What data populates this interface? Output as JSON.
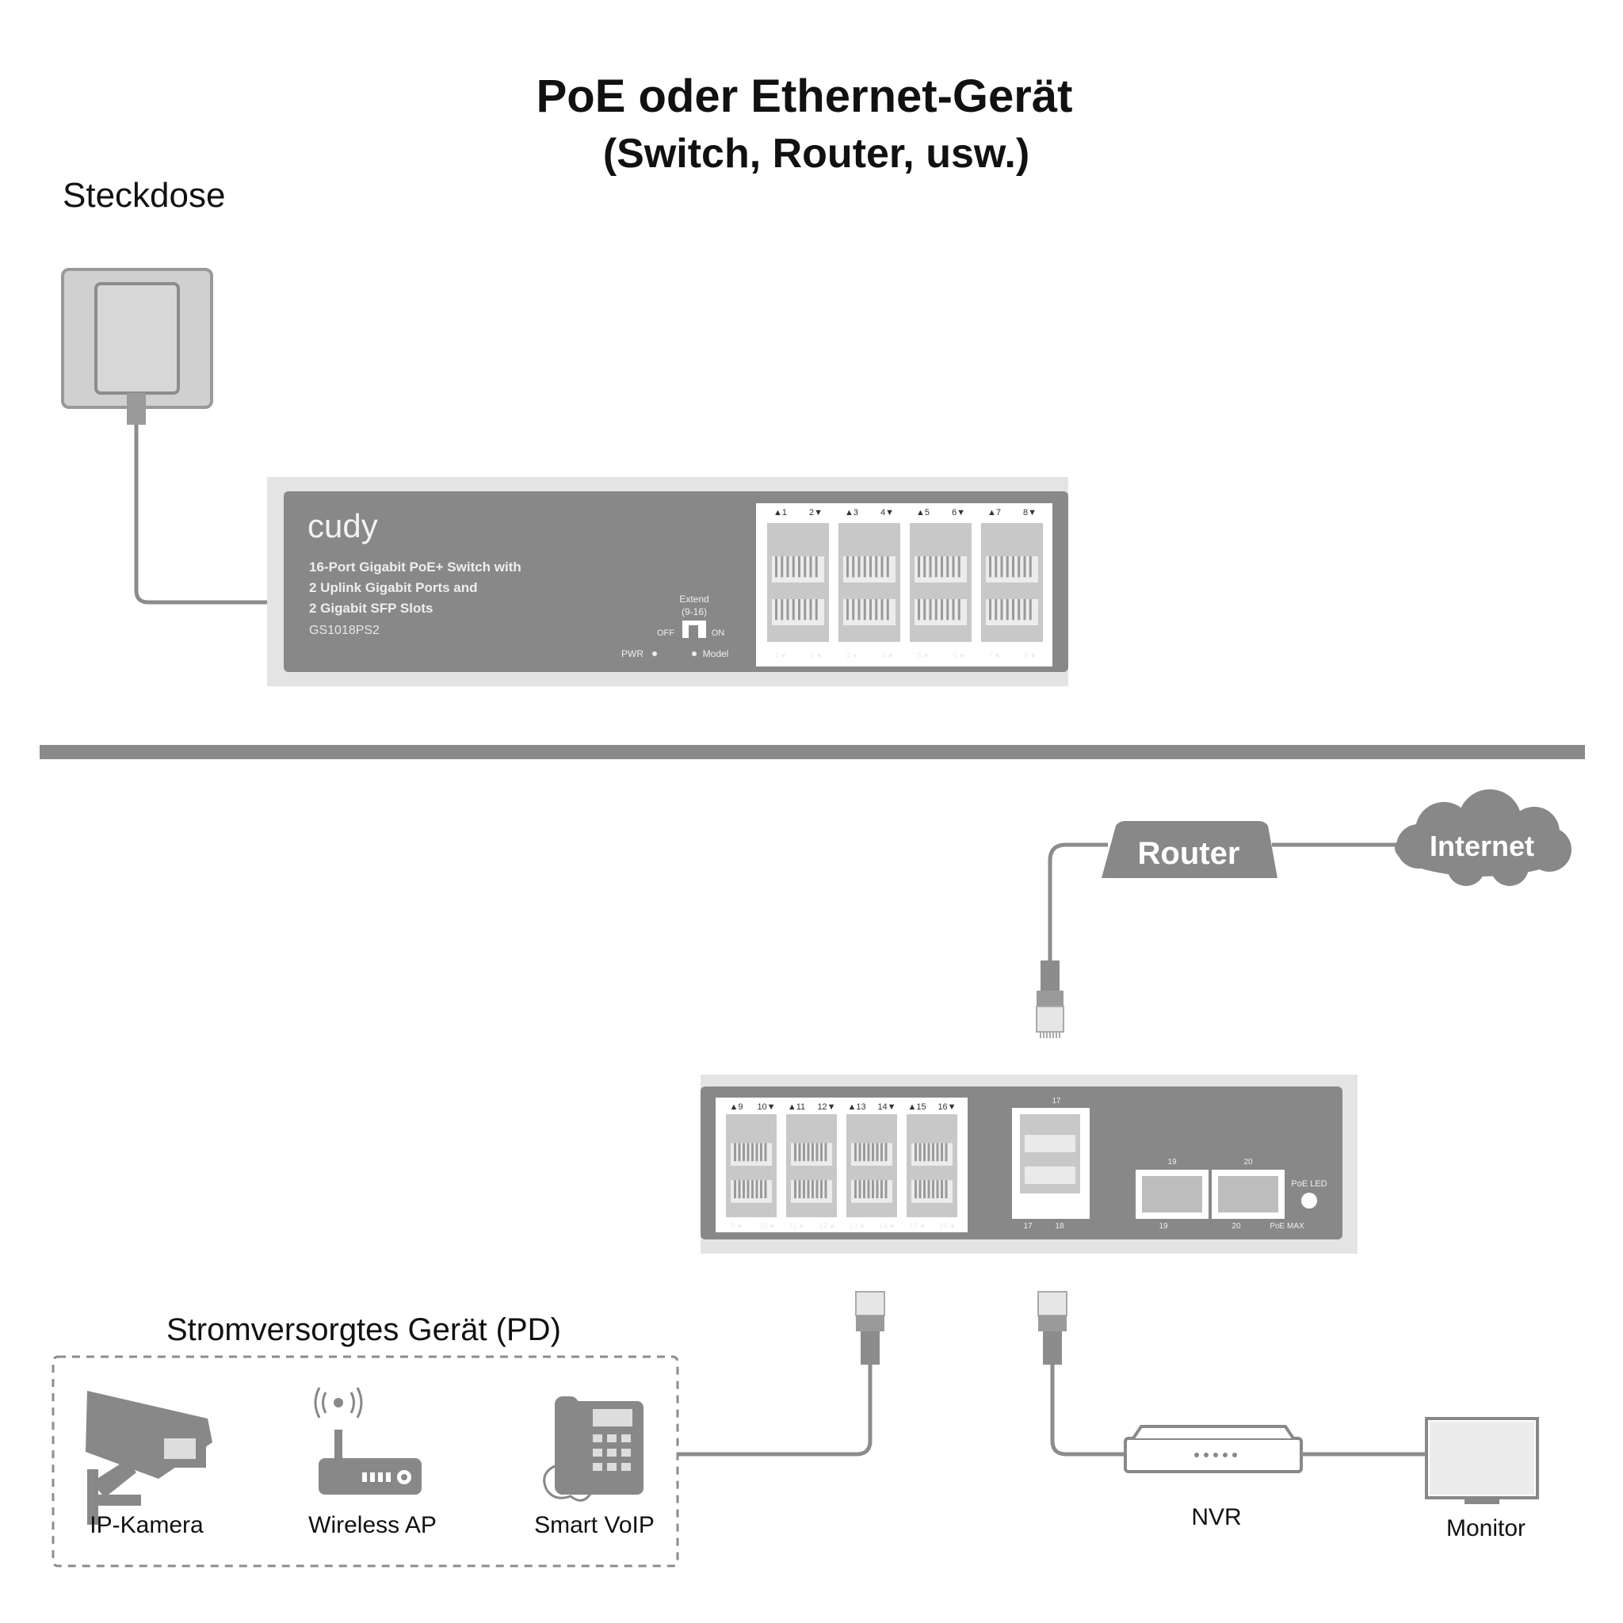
{
  "title": {
    "line1": "PoE oder Ethernet-Gerät",
    "line2": "(Switch, Router, usw.)"
  },
  "socket": {
    "label": "Steckdose"
  },
  "switch_front": {
    "brand": "cudy",
    "desc_line1": "16-Port Gigabit PoE+ Switch with",
    "desc_line2": "2 Uplink Gigabit Ports and",
    "desc_line3": "2 Gigabit SFP Slots",
    "model": "GS1018PS2",
    "extend_line1": "Extend",
    "extend_line2": "(9-16)",
    "off_label": "OFF",
    "on_label": "ON",
    "pwr_label": "PWR",
    "mode_label": "Model",
    "top_ports": [
      "1",
      "2",
      "3",
      "4",
      "5",
      "6",
      "7",
      "8"
    ],
    "bottom_ports": [
      "1",
      "2",
      "3",
      "4",
      "5",
      "6",
      "7",
      "8"
    ]
  },
  "switch_back": {
    "top_ports": [
      "9",
      "10",
      "11",
      "12",
      "13",
      "14",
      "15",
      "16"
    ],
    "bottom_ports": [
      "9",
      "10",
      "11",
      "12",
      "13",
      "14",
      "15",
      "16"
    ],
    "uplink_top": "17",
    "uplink_bottom": [
      "17",
      "18"
    ],
    "sfp_top": [
      "19",
      "20"
    ],
    "sfp_bottom": [
      "19",
      "20"
    ],
    "poe_led": "PoE LED",
    "poe_max": "PoE MAX"
  },
  "network": {
    "router": "Router",
    "internet": "Internet",
    "nvr": "NVR",
    "monitor": "Monitor"
  },
  "powered_devices": {
    "label": "Stromversorgtes Gerät (PD)",
    "camera": "IP-Kamera",
    "ap": "Wireless AP",
    "voip": "Smart VoIP"
  },
  "colors": {
    "device_gray": "#888888",
    "panel_light": "#e6e6e6",
    "divider": "#8a8a8a",
    "cable": "#8c8c8c"
  }
}
